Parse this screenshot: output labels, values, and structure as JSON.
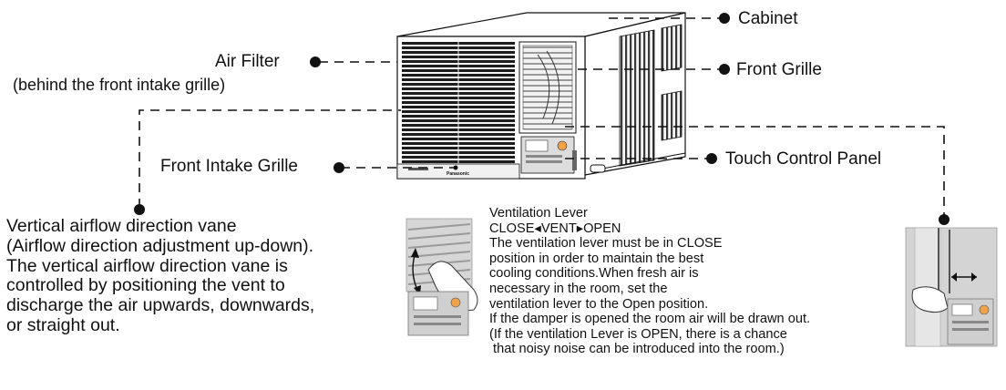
{
  "labels": {
    "cabinet": "Cabinet",
    "air_filter": "Air Filter",
    "air_filter_note": "(behind the front intake grille)",
    "front_grille": "Front Grille",
    "front_intake_grille": "Front Intake Grille",
    "touch_control_panel": "Touch Control Panel"
  },
  "vane_description": [
    "Vertical airflow direction vane",
    "(Airflow direction adjustment up-down).",
    "The vertical airflow direction vane is",
    "controlled by positioning the vent to",
    "discharge the air upwards, downwards,",
    "or straight out."
  ],
  "ventilation": {
    "title": "Ventilation Lever",
    "positions": {
      "close": "CLOSE",
      "vent": "VENT",
      "open": "OPEN",
      "left_arrow": "◂",
      "right_arrow": "▸"
    },
    "lines": [
      "The ventilation lever must be in CLOSE",
      "position in order to maintain the best",
      "cooling conditions.When fresh air is",
      "necessary in the room, set the",
      "ventilation lever to the Open position.",
      "If the damper is opened the room air will be drawn out.",
      "(If the ventilation Lever is OPEN, there is a chance",
      " that noisy noise can be introduced into the room.)"
    ]
  },
  "unit_brand": "Panasonic",
  "colors": {
    "line": "#111111",
    "grille_dark": "#222222",
    "panel_gray": "#bdbdbd",
    "panel_light": "#eeeeee"
  }
}
